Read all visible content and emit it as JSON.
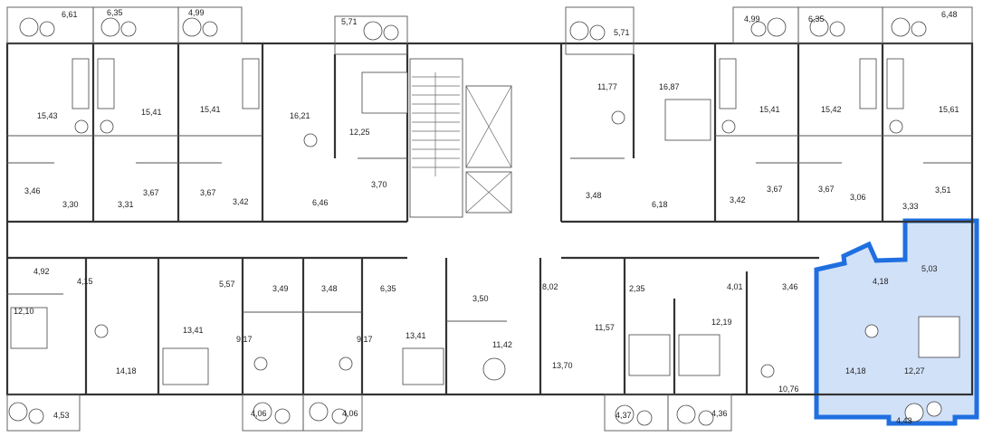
{
  "highlight_color": "#1f6fe0",
  "highlight_fill": "#c9dcf7",
  "wall_color": "#333333",
  "rooms": [
    {
      "id": "r01",
      "label": "6,61"
    },
    {
      "id": "r02",
      "label": "6,35"
    },
    {
      "id": "r03",
      "label": "4,99"
    },
    {
      "id": "r04",
      "label": "5,71"
    },
    {
      "id": "r05",
      "label": "5,71"
    },
    {
      "id": "r06",
      "label": "4,99"
    },
    {
      "id": "r07",
      "label": "6,35"
    },
    {
      "id": "r08",
      "label": "6,48"
    },
    {
      "id": "r09",
      "label": "15,43"
    },
    {
      "id": "r10",
      "label": "15,41"
    },
    {
      "id": "r11",
      "label": "15,41"
    },
    {
      "id": "r12",
      "label": "16,21"
    },
    {
      "id": "r13",
      "label": "12,25"
    },
    {
      "id": "r14",
      "label": "11,77"
    },
    {
      "id": "r15",
      "label": "16,87"
    },
    {
      "id": "r16",
      "label": "15,41"
    },
    {
      "id": "r17",
      "label": "15,42"
    },
    {
      "id": "r18",
      "label": "15,61"
    },
    {
      "id": "r19",
      "label": "3,46"
    },
    {
      "id": "r20",
      "label": "3,30"
    },
    {
      "id": "r21",
      "label": "3,31"
    },
    {
      "id": "r22",
      "label": "3,67"
    },
    {
      "id": "r23",
      "label": "3,67"
    },
    {
      "id": "r24",
      "label": "3,42"
    },
    {
      "id": "r25",
      "label": "6,46"
    },
    {
      "id": "r26",
      "label": "3,70"
    },
    {
      "id": "r27",
      "label": "3,48"
    },
    {
      "id": "r28",
      "label": "6,18"
    },
    {
      "id": "r29",
      "label": "3,42"
    },
    {
      "id": "r30",
      "label": "3,67"
    },
    {
      "id": "r31",
      "label": "3,67"
    },
    {
      "id": "r32",
      "label": "3,06"
    },
    {
      "id": "r33",
      "label": "3,51"
    },
    {
      "id": "r34",
      "label": "3,33"
    },
    {
      "id": "r35",
      "label": "4,92"
    },
    {
      "id": "r36",
      "label": "4,15"
    },
    {
      "id": "r37",
      "label": "5,57"
    },
    {
      "id": "r38",
      "label": "3,49"
    },
    {
      "id": "r39",
      "label": "3,48"
    },
    {
      "id": "r40",
      "label": "6,35"
    },
    {
      "id": "r41",
      "label": "3,50"
    },
    {
      "id": "r42",
      "label": "8,02"
    },
    {
      "id": "r43",
      "label": "2,35"
    },
    {
      "id": "r44",
      "label": "4,01"
    },
    {
      "id": "r45",
      "label": "3,46"
    },
    {
      "id": "r46",
      "label": "4,18"
    },
    {
      "id": "r47",
      "label": "5,03"
    },
    {
      "id": "r48",
      "label": "12,10"
    },
    {
      "id": "r49",
      "label": "14,18"
    },
    {
      "id": "r50",
      "label": "13,41"
    },
    {
      "id": "r51",
      "label": "9,17"
    },
    {
      "id": "r52",
      "label": "9,17"
    },
    {
      "id": "r53",
      "label": "13,41"
    },
    {
      "id": "r54",
      "label": "11,42"
    },
    {
      "id": "r55",
      "label": "13,70"
    },
    {
      "id": "r56",
      "label": "11,57"
    },
    {
      "id": "r57",
      "label": "12,19"
    },
    {
      "id": "r58",
      "label": "10,76"
    },
    {
      "id": "r59",
      "label": "14,18"
    },
    {
      "id": "r60",
      "label": "12,27"
    },
    {
      "id": "r61",
      "label": "4,53"
    },
    {
      "id": "r62",
      "label": "4,06"
    },
    {
      "id": "r63",
      "label": "4,06"
    },
    {
      "id": "r64",
      "label": "4,37"
    },
    {
      "id": "r65",
      "label": "4,36"
    },
    {
      "id": "r66",
      "label": "4,43"
    }
  ]
}
